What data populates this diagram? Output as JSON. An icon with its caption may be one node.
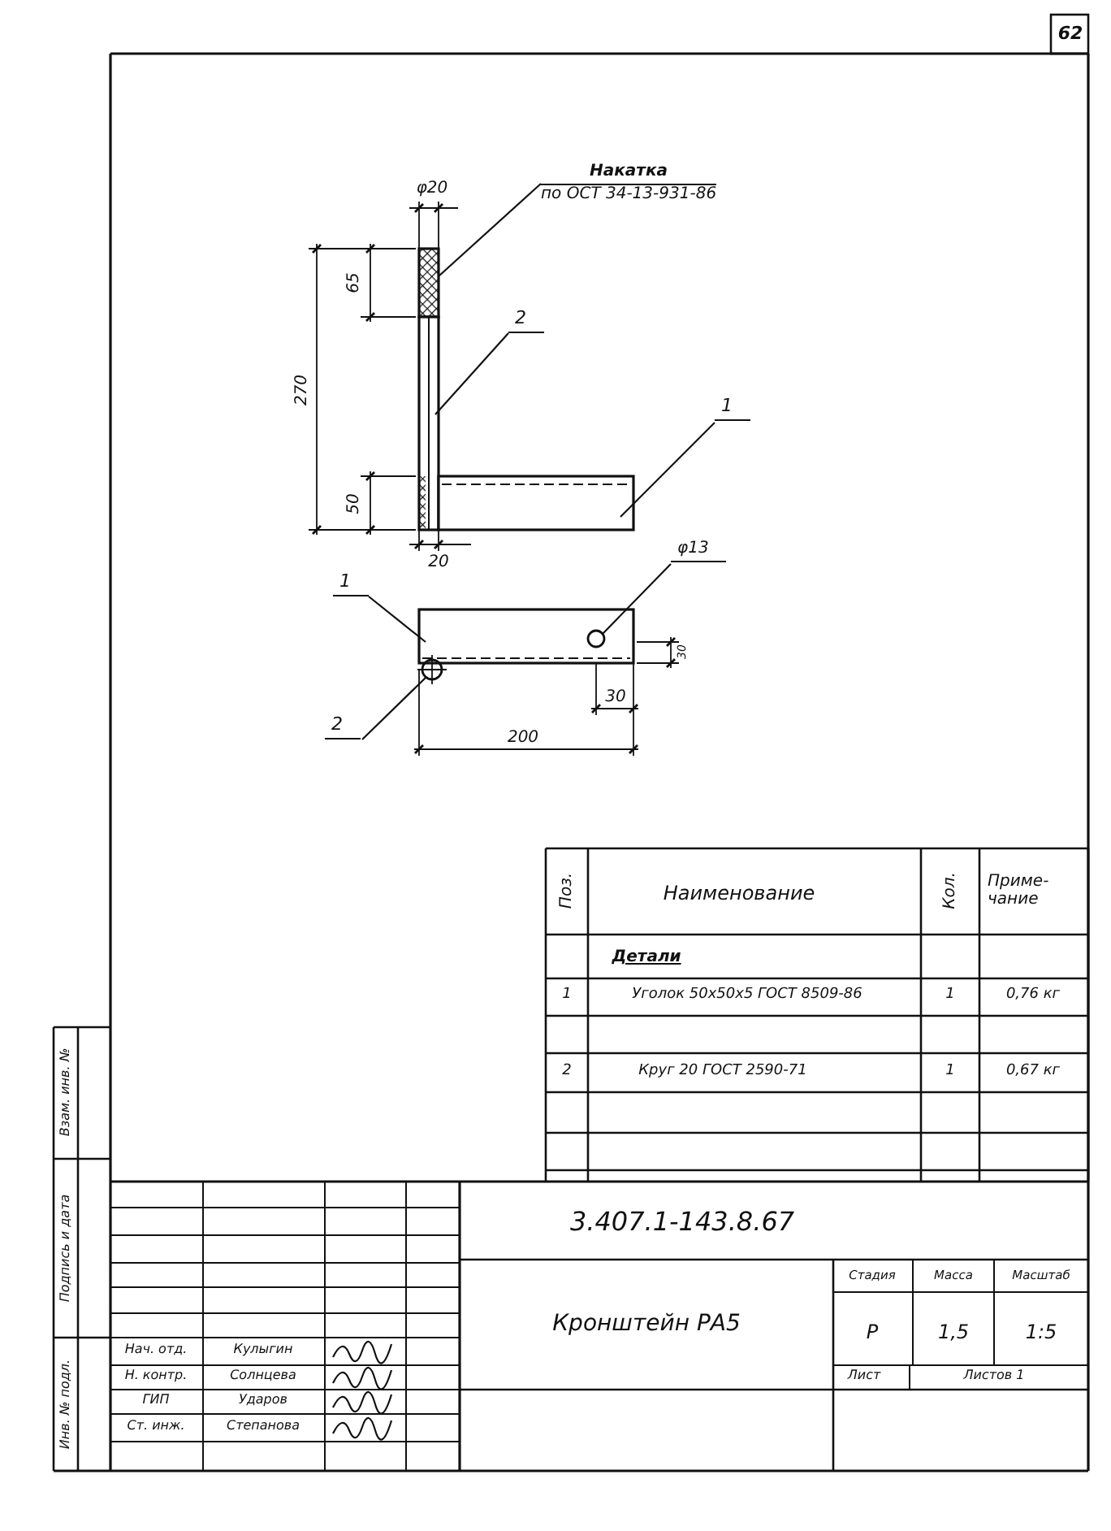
{
  "diagram": {
    "nodes": [
      {
        "text": [
          "Накатка",
          "по ОСТ 34-13-931-86"
        ]
      },
      {
        "text": [],
        "shape": "box"
      },
      {
        "text": [
          "2"
        ]
      },
      {
        "text": [],
        "shape": "bar"
      },
      {
        "text": [
          "1"
        ]
      },
      {
        "text": [],
        "shape": "box"
      },
      {
        "text": [
          "1"
        ]
      },
      {
        "text": [],
        "shape": "box"
      },
      {
        "text": [
          "φ13"
        ]
      },
      {
        "text": [],
        "shape": "circle",
        "in": 7
      },
      {
        "text": [
          "2"
        ]
      },
      {
        "text": [],
        "shape": "circle"
      }
    ],
    "edges": [
      {
        "from": 0,
        "to": 1,
        "arrow": "none"
      },
      {
        "from": 2,
        "to": 3,
        "arrow": "none"
      },
      {
        "from": 4,
        "to": 5,
        "arrow": "none"
      },
      {
        "from": 6,
        "to": 7,
        "arrow": "none"
      },
      {
        "from": 8,
        "to": 9,
        "arrow": "none"
      },
      {
        "from": 10,
        "to": 11,
        "arrow": "none"
      }
    ],
    "labels": [
      "62",
      "φ20",
      "65",
      "270",
      "50",
      "20",
      "30",
      "30",
      "200",
      "Поз.",
      "Наименование",
      "Кол.",
      "Приме- чание",
      "Детали",
      "1",
      "Уголок 50x50x5 ГОСТ 8509-86",
      "1",
      "0,76 кг",
      "2",
      "Круг 20 ГОСТ 2590-71",
      "1",
      "0,67 кг",
      "Взам. инв. №",
      "Подпись и дата",
      "Инв. № подл.",
      "3.407.1-143.8.67",
      "Нач. отд.",
      "Кулыгин",
      "Кронштейн РА5",
      "Стадия",
      "Масса",
      "Масштаб",
      "Н. контр.",
      "Солнцева",
      "Р",
      "1,5",
      "1:5",
      "ГИП",
      "Ударов",
      "Лист",
      "Листов 1",
      "Ст. инж.",
      "Степанова"
    ]
  }
}
